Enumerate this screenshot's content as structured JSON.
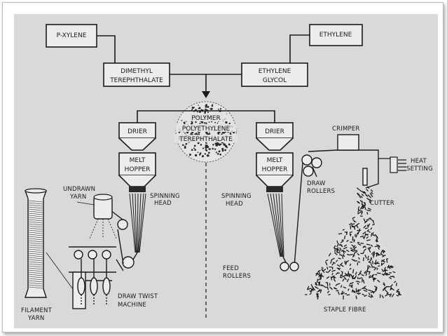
{
  "boxes": {
    "p_xylene": "P-XYLENE",
    "ethylene": "ETHYLENE",
    "dimethyl_1": "DIMETHYL",
    "dimethyl_2": "TEREPHTHALATE",
    "glycol_1": "ETHYLENE",
    "glycol_2": "GLYCOL",
    "drier": "DRIER",
    "melt_1": "MELT",
    "melt_2": "HOPPER"
  },
  "polymer": {
    "line1": "POLYMER",
    "line2": "POLYETHYLENE",
    "line3": "TEREPHTHALATE"
  },
  "left": {
    "undrawn_1": "UNDRAWN",
    "undrawn_2": "YARN",
    "spinning_1": "SPINNING",
    "spinning_2": "HEAD",
    "draw_twist_1": "DRAW TWIST",
    "draw_twist_2": "MACHINE",
    "filament_1": "FILAMENT",
    "filament_2": "YARN"
  },
  "right": {
    "crimper": "CRIMPER",
    "heat_1": "HEAT",
    "heat_2": "SETTING",
    "draw_rollers_1": "DRAW",
    "draw_rollers_2": "ROLLERS",
    "cutter": "CUTTER",
    "spinning_1": "SPINNING",
    "spinning_2": "HEAD",
    "feed_1": "FEED",
    "feed_2": "ROLLERS",
    "staple": "STAPLE FIBRE"
  },
  "colors": {
    "ink": "#1a1a1a",
    "paper": "#d9d9d9",
    "box": "#ececec"
  }
}
